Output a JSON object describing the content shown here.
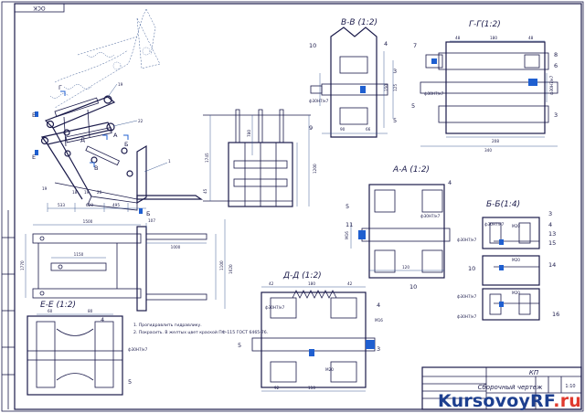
{
  "sheet": {
    "code": "ОСК"
  },
  "main_view": {
    "dims": [
      "533",
      "620",
      "495"
    ],
    "labels": [
      "Е",
      "Е",
      "Г",
      "В",
      "Б",
      "Б",
      "Д",
      "А"
    ],
    "balloons": [
      "19",
      "22",
      "1",
      "19",
      "18",
      "19",
      "20"
    ]
  },
  "front_view": {
    "dims": [
      "1745",
      "1200",
      "780",
      "45"
    ]
  },
  "plan_view": {
    "dims": [
      "1500",
      "107",
      "1150",
      "1000",
      "1770",
      "1100",
      "1620"
    ]
  },
  "notes": [
    "1. Прогидравлить гидравлику.",
    "2. Покрасить. В желтых цвет краской ПФ-115 ГОСТ 6465-76."
  ],
  "sections": {
    "ee": {
      "title": "Е-Е (1:2)",
      "dims": [
        "60",
        "80"
      ],
      "fit": "ф30Н7/к7",
      "balloons": [
        "5",
        "4"
      ]
    },
    "vv": {
      "title": "В-В (1:2)",
      "fit": "ф30Н7/к7",
      "dims": [
        "90",
        "66",
        "150",
        "125"
      ],
      "balloons": [
        "10",
        "9",
        "4",
        "3",
        "5"
      ]
    },
    "gg": {
      "title": "Г-Г(1:2)",
      "dims": [
        "48",
        "180",
        "48",
        "208",
        "340"
      ],
      "fits": [
        "ф30Н7/к7",
        "ф30Н7/к7"
      ],
      "balloons": [
        "7",
        "5",
        "8",
        "6",
        "3"
      ]
    },
    "aa": {
      "title": "А-А (1:2)",
      "fit": "ф30Н7/к7",
      "dims": [
        "120",
        "M16"
      ],
      "balloons": [
        "5",
        "11",
        "4",
        "10"
      ]
    },
    "bb": {
      "title": "Б-Б(1:4)",
      "fits": [
        "ф30Н7/к7",
        "ф30Н7/к7",
        "ф30Н7/к7",
        "ф30Н7/к7"
      ],
      "threads": [
        "M20",
        "M20",
        "M20"
      ],
      "balloons": [
        "3",
        "4",
        "13",
        "15",
        "14",
        "10",
        "16"
      ]
    },
    "dd": {
      "title": "Д-Д (1:2)",
      "dims": [
        "42",
        "180",
        "42",
        "110",
        "92",
        "M16"
      ],
      "fit": "ф30Н7/к7",
      "thread": "M20",
      "balloons": [
        "5",
        "4",
        "3"
      ]
    }
  },
  "title_block": {
    "code": "КП",
    "name": "Сборочный чертеж",
    "scale": "1:10"
  },
  "watermark": {
    "main": "KursovoyRF",
    "domain": ".ru"
  }
}
